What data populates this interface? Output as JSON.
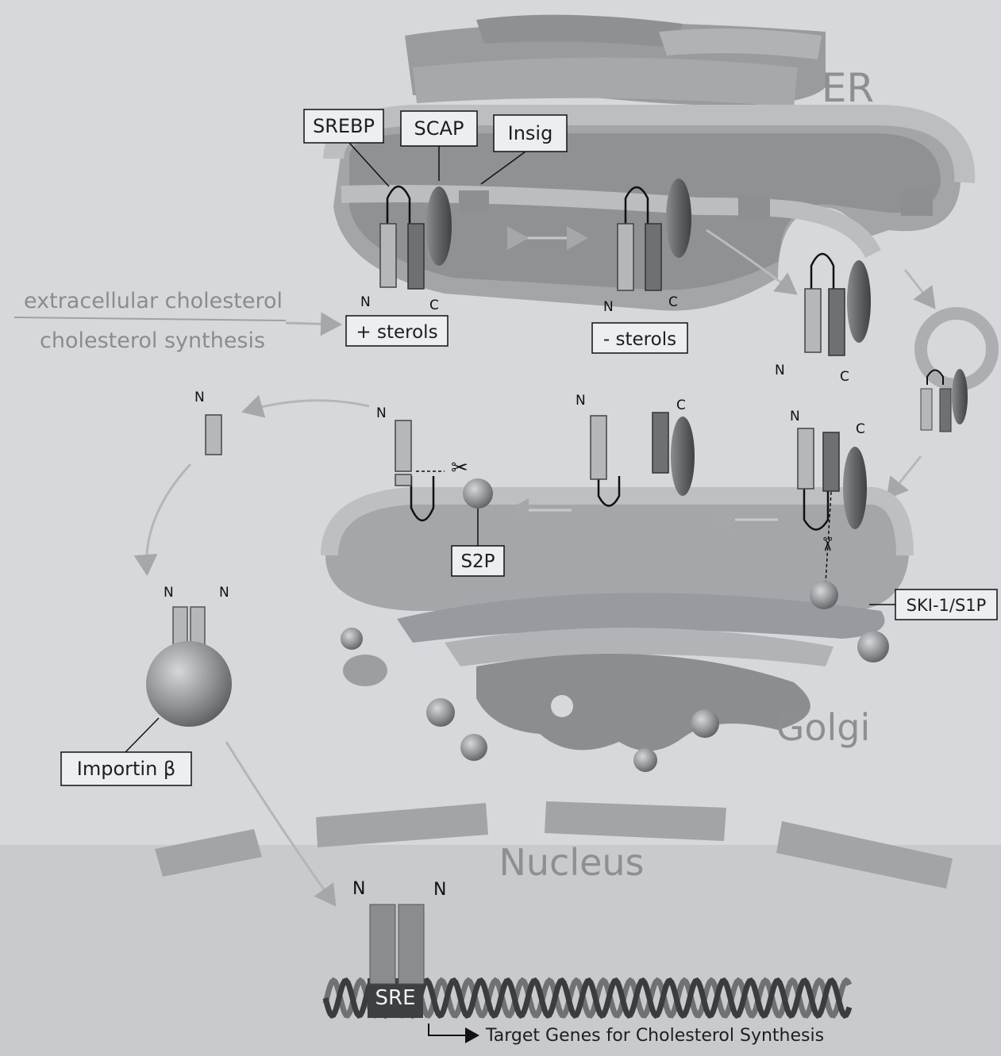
{
  "labels": {
    "srebp": "SREBP",
    "scap": "SCAP",
    "insig": "Insig",
    "plus_sterols": "+ sterols",
    "minus_sterols": "- sterols",
    "s2p": "S2P",
    "ski": "SKI-1/S1P",
    "importin": "Importin β",
    "sre": "SRE"
  },
  "regions": {
    "er": "ER",
    "golgi": "Golgi",
    "nucleus": "Nucleus"
  },
  "left_text": {
    "line1": "extracellular cholesterol",
    "line2": "cholesterol synthesis"
  },
  "target_genes": "Target Genes for Cholesterol Synthesis",
  "termini": {
    "n": "N",
    "c": "C"
  },
  "colors": {
    "background": "#d8d9dd",
    "organelle": "#a2a4a8",
    "membrane": "#bcbec2",
    "protein_light": "#b6b7ba",
    "protein_dark": "#6e7074",
    "arrow": "#a9abaf"
  }
}
